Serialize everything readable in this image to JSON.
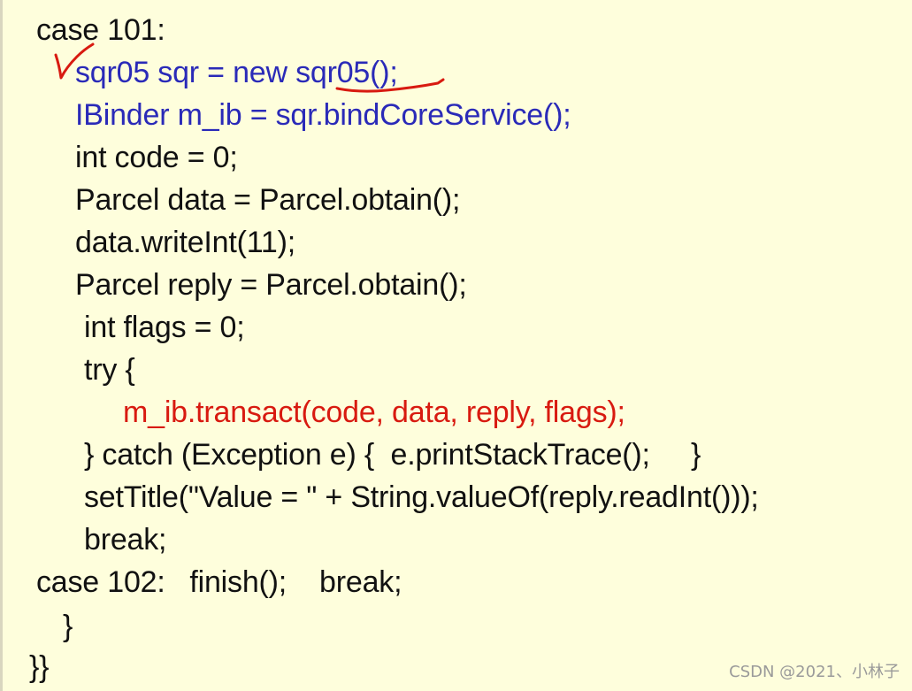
{
  "code_lines": [
    {
      "text": "case 101:",
      "color": "#111111"
    },
    {
      "text": "sqr05 sqr = new sqr05();",
      "color": "#2a2ab8"
    },
    {
      "text": "IBinder m_ib = sqr.bindCoreService();",
      "color": "#2a2ab8"
    },
    {
      "text": "int code = 0;",
      "color": "#111111"
    },
    {
      "text": "Parcel data = Parcel.obtain();",
      "color": "#111111"
    },
    {
      "text": "data.writeInt(11);",
      "color": "#111111"
    },
    {
      "text": "Parcel reply = Parcel.obtain();",
      "color": "#111111"
    },
    {
      "text": "int flags = 0;",
      "color": "#111111"
    },
    {
      "text": "try {",
      "color": "#111111"
    },
    {
      "text": "m_ib.transact(code, data, reply, flags);",
      "color": "#d81a10"
    },
    {
      "text": "} catch (Exception e) {  e.printStackTrace();     }",
      "color": "#111111"
    },
    {
      "text": "setTitle(\"Value = \" + String.valueOf(reply.readInt()));",
      "color": "#111111"
    },
    {
      "text": "break;",
      "color": "#111111"
    },
    {
      "text": "case 102:   finish();    break;",
      "color": "#111111"
    },
    {
      "text": "}",
      "color": "#111111"
    },
    {
      "text": "}}",
      "color": "#111111"
    }
  ],
  "annotations": {
    "checkmark": "checkmark-annotation",
    "underline": "underline-annotation",
    "annotation_color": "#d81a10"
  },
  "watermark": "CSDN @2021、小林子",
  "colors": {
    "background": "#fefedc",
    "default_text": "#111111",
    "highlight_blue": "#2a2ab8",
    "highlight_red": "#d81a10"
  }
}
